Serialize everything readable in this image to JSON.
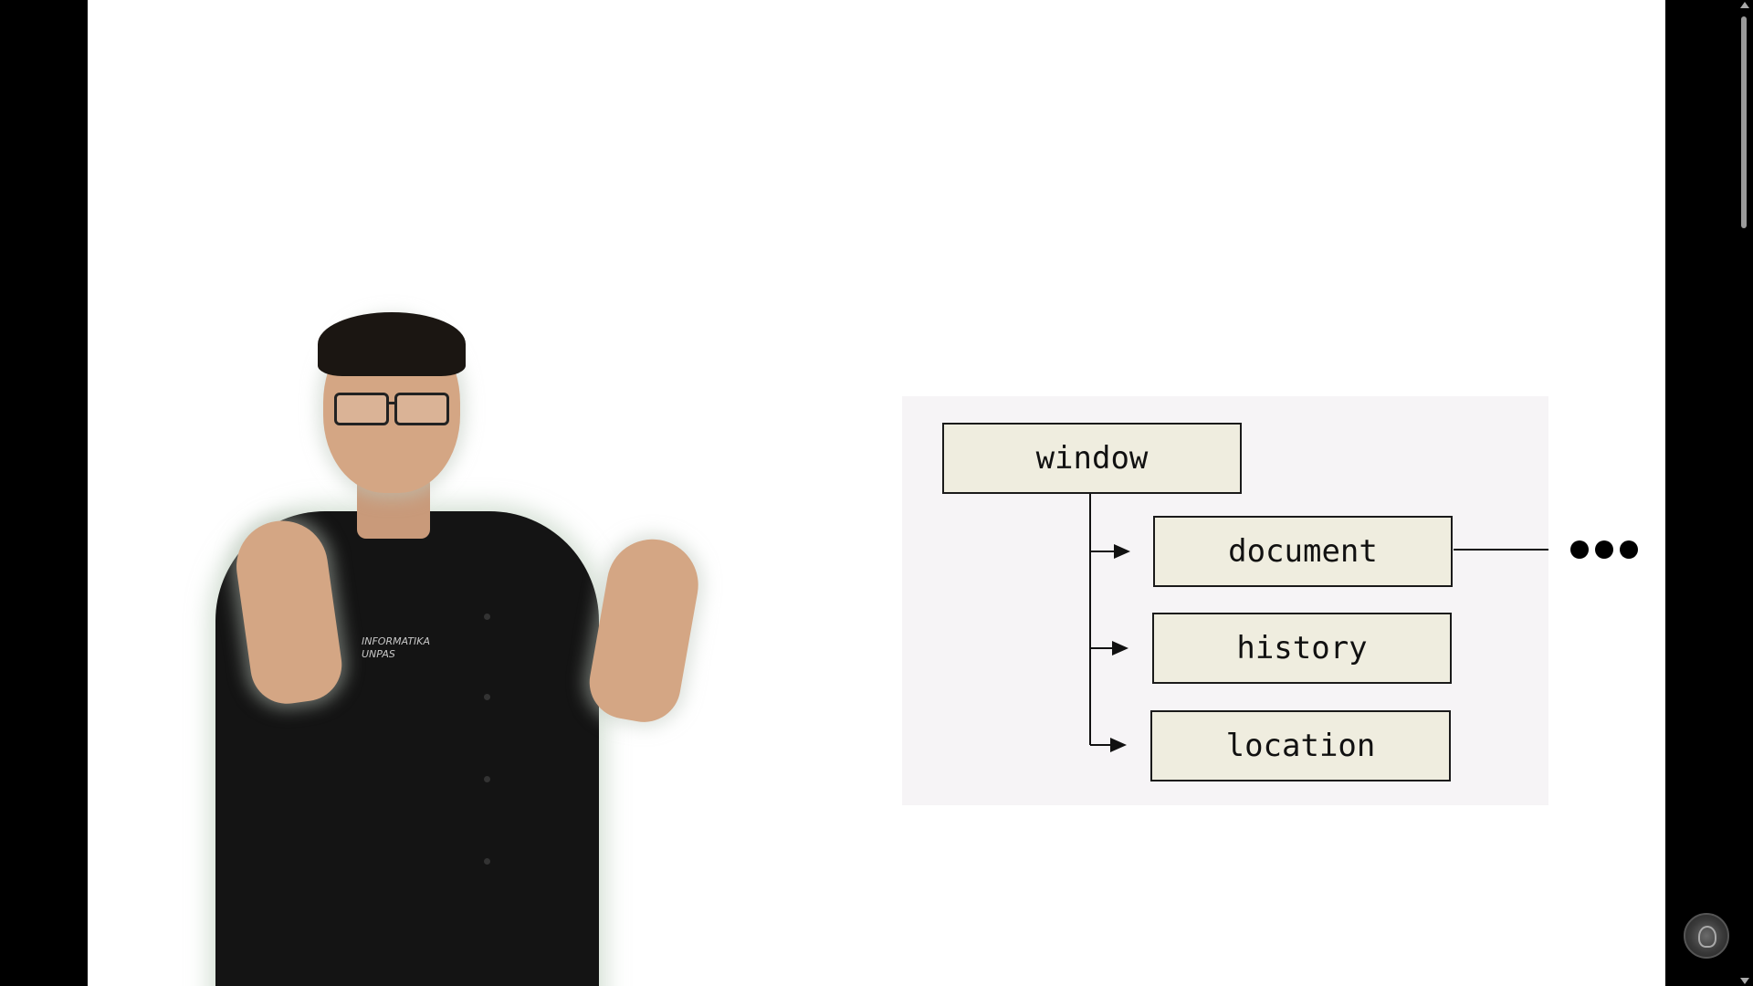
{
  "diagram": {
    "root": "window",
    "children": [
      "document",
      "history",
      "location"
    ],
    "continuation": "•••"
  },
  "presenter": {
    "shirt_text_line1": "INFORMATIKA",
    "shirt_text_line2": "UNPAS"
  },
  "icons": {
    "watermark": "channel-logo-icon",
    "scroll_up": "chevron-up-icon",
    "scroll_down": "chevron-down-icon"
  }
}
